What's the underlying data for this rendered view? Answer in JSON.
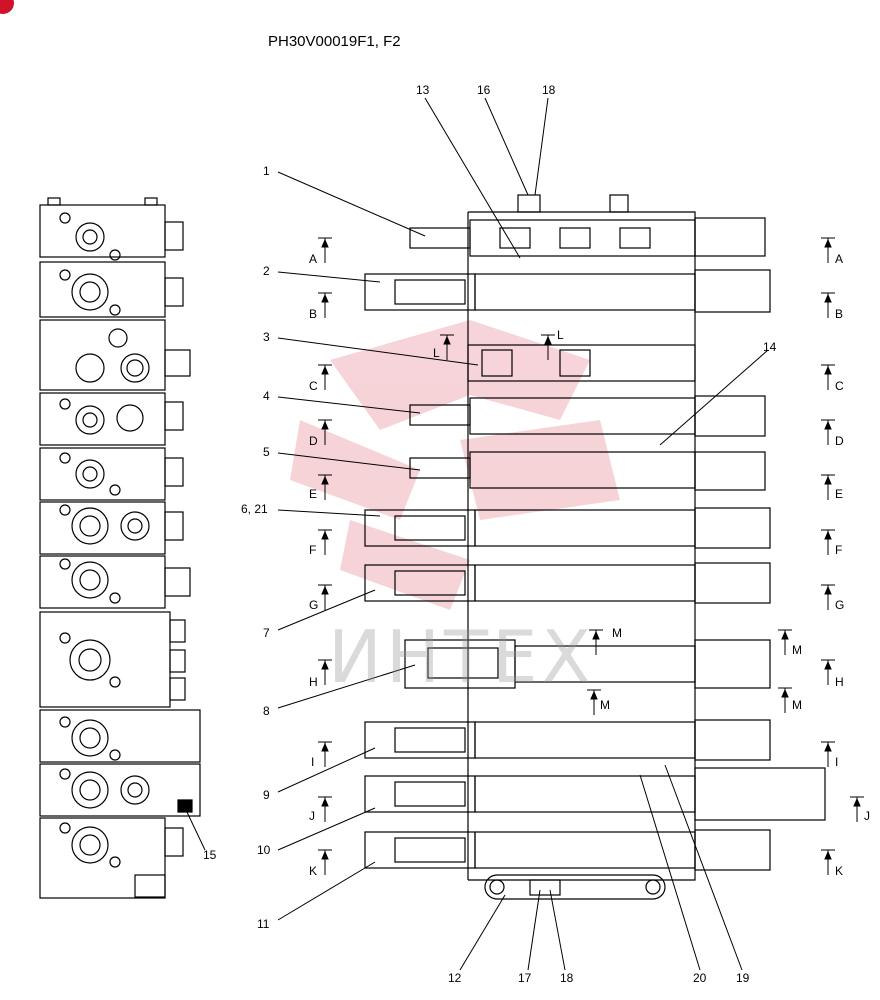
{
  "title": "PH30V00019F1, F2",
  "watermark": "ИНТЕХ",
  "colors": {
    "line": "#000000",
    "watermark_red": "#d0122a",
    "background": "#ffffff"
  },
  "callouts": {
    "c1": "1",
    "c2": "2",
    "c3": "3",
    "c4": "4",
    "c5": "5",
    "c6": "6, 21",
    "c7": "7",
    "c8": "8",
    "c9": "9",
    "c10": "10",
    "c11": "11",
    "c12": "12",
    "c13": "13",
    "c14": "14",
    "c15": "15",
    "c16": "16",
    "c17": "17",
    "c18_top": "18",
    "c18_bottom": "18",
    "c19": "19",
    "c20": "20"
  },
  "sections": [
    "A",
    "B",
    "C",
    "D",
    "E",
    "F",
    "G",
    "H",
    "I",
    "J",
    "K"
  ],
  "section_extra": {
    "L": "L",
    "M": "M"
  }
}
